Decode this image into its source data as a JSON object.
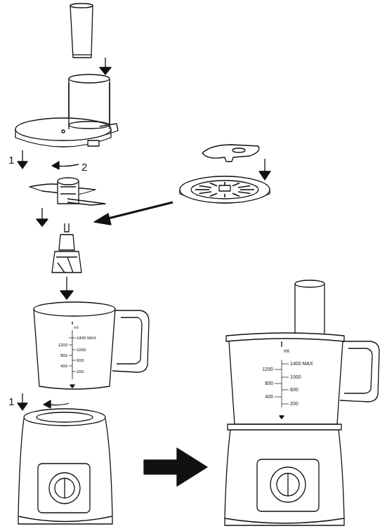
{
  "diagram": {
    "labels": [
      "1",
      "2",
      "1",
      "ml",
      "1400 MAX",
      "1200",
      "1000",
      "800",
      "600",
      "400",
      "200",
      "ml",
      "1400 MAX",
      "1200",
      "1000",
      "800",
      "600",
      "400",
      "200"
    ]
  }
}
